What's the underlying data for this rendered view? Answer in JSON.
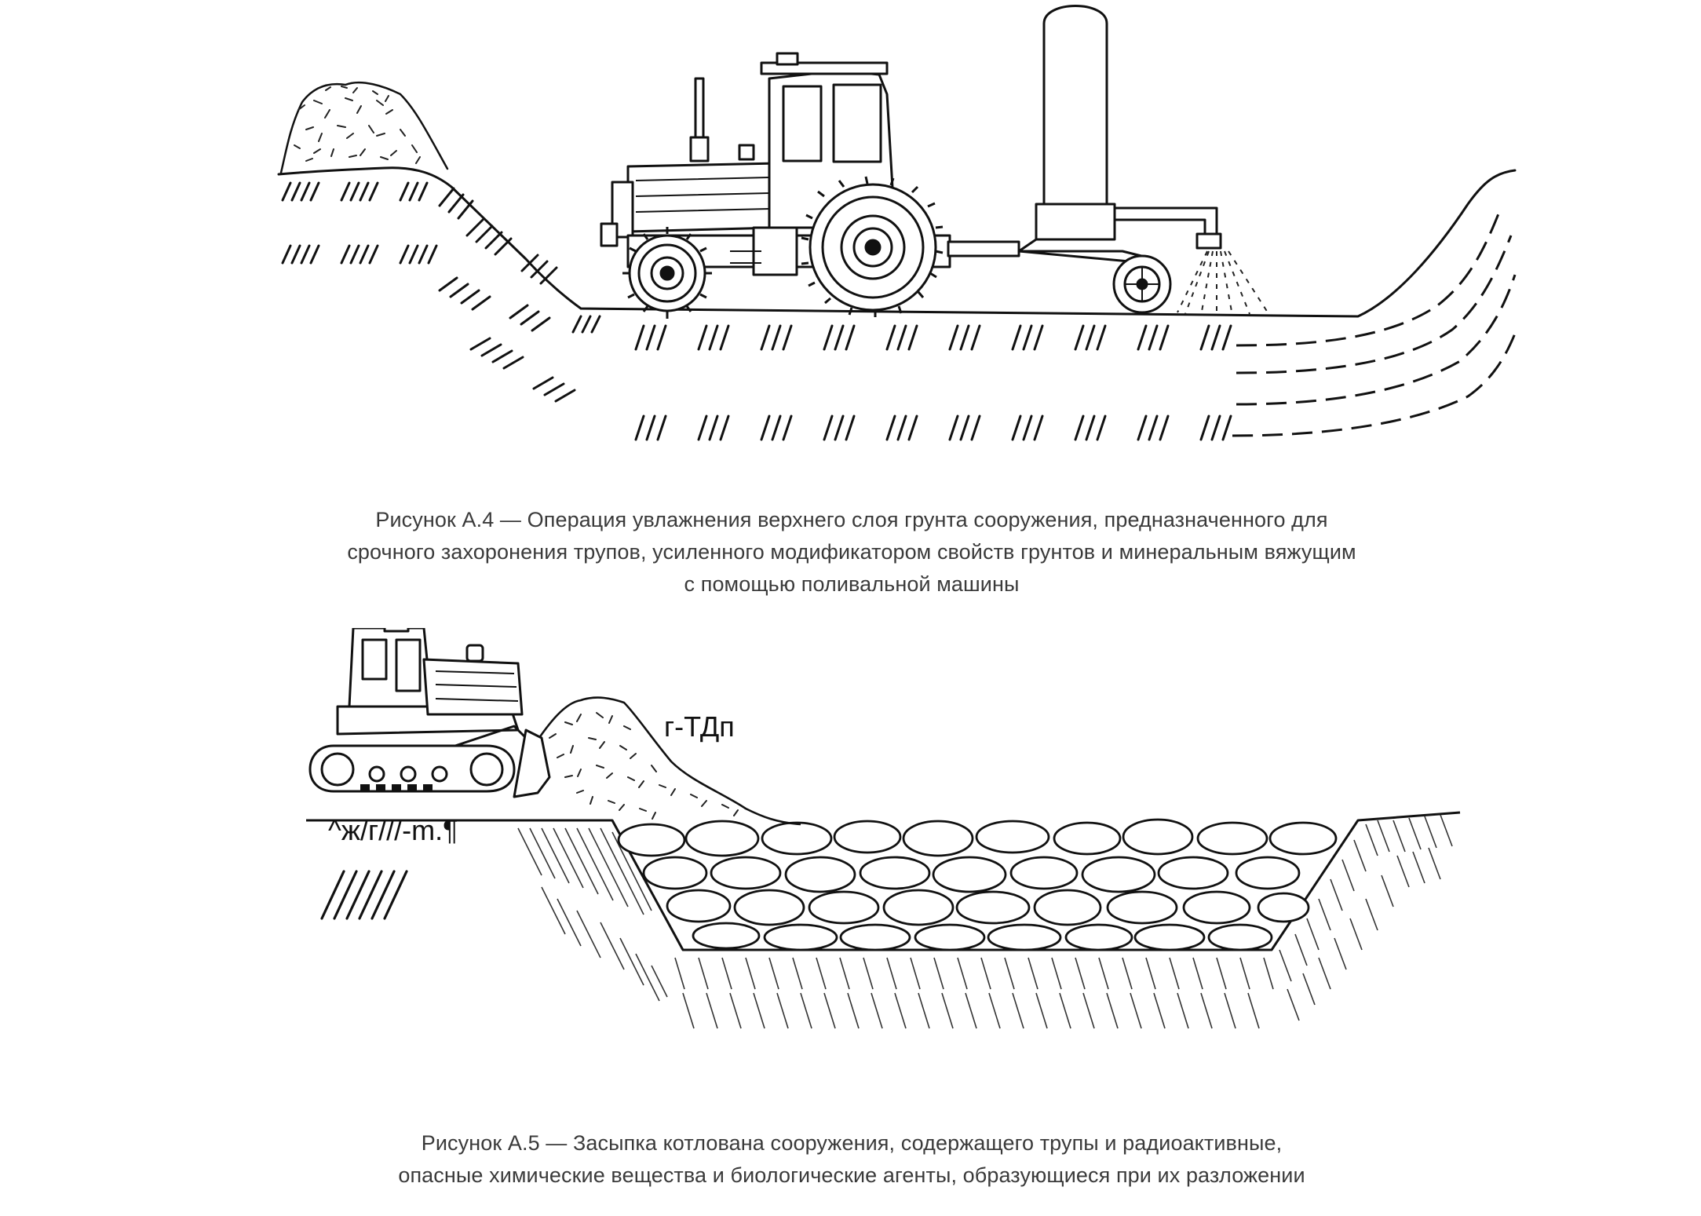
{
  "figure_a4": {
    "caption_lines": [
      "Рисунок А.4 — Операция увлажнения верхнего слоя грунта сооружения, предназначенного для",
      "срочного захоронения трупов, усиленного модификатором свойств грунтов и минеральным вяжущим",
      "с помощью поливальной машины"
    ],
    "icon": "tractor-with-water-tank-spraying-icon"
  },
  "figure_a5": {
    "caption_lines": [
      "Рисунок А.5 — Засыпка котлована сооружения, содержащего трупы и радиоактивные,",
      "опасные химические вещества и биологические агенты, образующиеся при их разложении"
    ],
    "labels": {
      "soil_pile": "г-ТДп",
      "ground": "^ж/г///-m.¶"
    },
    "icon": "bulldozer-backfilling-pit-icon"
  }
}
